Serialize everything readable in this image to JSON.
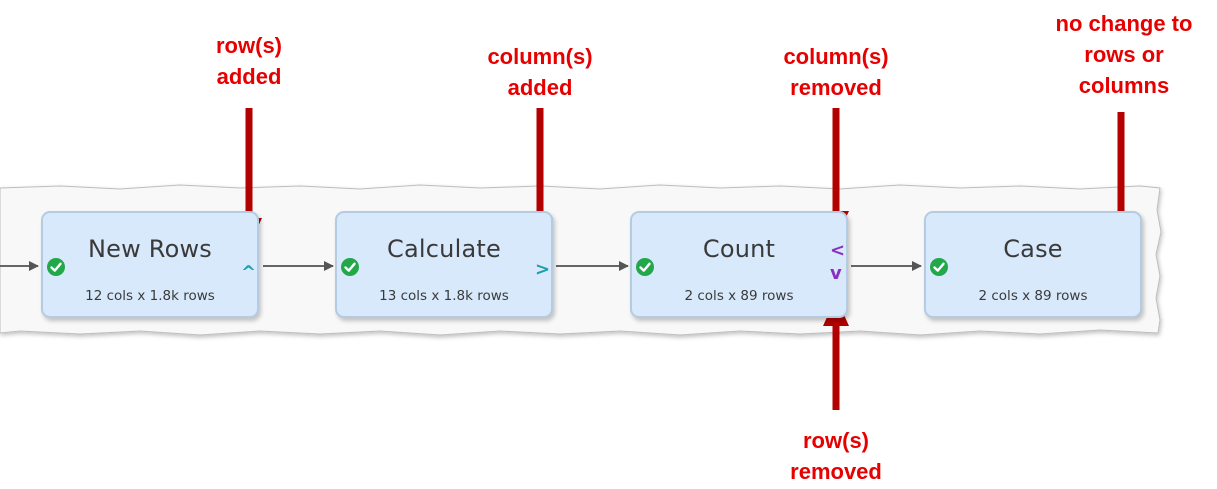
{
  "colors": {
    "annotation": "#e60000",
    "arrow": "#b30000",
    "node_fill": "#d8e9fb",
    "status_ok": "#22a84a",
    "indicator_add": "#1aa0a8",
    "indicator_remove": "#8a2fc4"
  },
  "annotations": {
    "rows_added": [
      "row(s)",
      "added"
    ],
    "cols_added": [
      "column(s)",
      "added"
    ],
    "cols_removed": [
      "column(s)",
      "removed"
    ],
    "no_change": [
      "no change to",
      "rows or",
      "columns"
    ],
    "rows_removed": [
      "row(s)",
      "removed"
    ]
  },
  "nodes": [
    {
      "title": "New Rows",
      "dims": "12 cols x 1.8k rows",
      "status": "check-icon",
      "indicators": [
        "^"
      ]
    },
    {
      "title": "Calculate",
      "dims": "13 cols x 1.8k rows",
      "status": "check-icon",
      "indicators": [
        ">"
      ]
    },
    {
      "title": "Count",
      "dims": "2 cols x 89 rows",
      "status": "check-icon",
      "indicators": [
        "<",
        "v"
      ]
    },
    {
      "title": "Case",
      "dims": "2 cols x 89 rows",
      "status": "check-icon",
      "indicators": []
    }
  ]
}
